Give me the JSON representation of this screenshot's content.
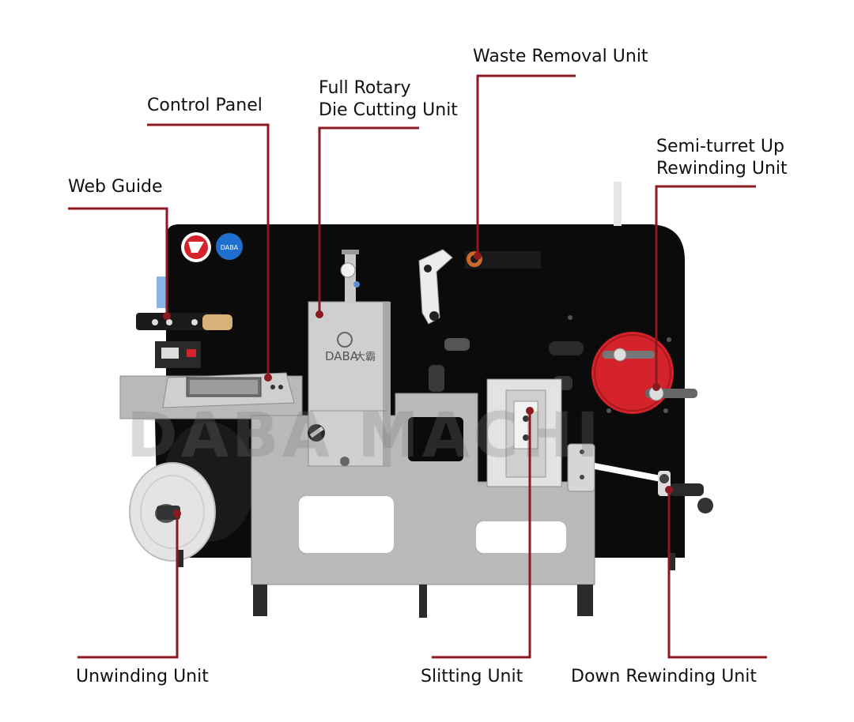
{
  "labels": {
    "waste_removal": "Waste Removal Unit",
    "die_cutting_line1": "Full Rotary",
    "die_cutting_line2": "Die Cutting Unit",
    "control_panel": "Control Panel",
    "web_guide": "Web Guide",
    "semi_turret_line1": "Semi-turret Up",
    "semi_turret_line2": "Rewinding Unit",
    "unwinding": "Unwinding Unit",
    "slitting": "Slitting Unit",
    "down_rewinding": "Down Rewinding Unit"
  },
  "machine": {
    "brand": "DABA",
    "brand_cn": "大霸",
    "watermark": "DABA MACHI"
  },
  "colors": {
    "leader": "#8b1a1f",
    "body_black": "#0b0b0b",
    "frame_gray": "#b9b9b9",
    "rewind_red": "#d4232a"
  }
}
